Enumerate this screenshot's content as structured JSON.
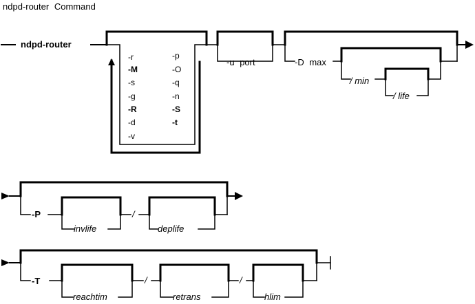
{
  "title": {
    "command": "ndpd-router",
    "word": "Command"
  },
  "row1": {
    "command_name": "ndpd-router",
    "flags_left": [
      "-r",
      "-M",
      "-s",
      "-g",
      "-R",
      "-d",
      "-v"
    ],
    "flags_right": [
      "-p",
      "-O",
      "-q",
      "-n",
      "-S",
      "-t"
    ],
    "u_option": "-u",
    "u_arg": "port",
    "d_option": "-D",
    "d_max": "max",
    "d_min": "/ min",
    "d_life": "/ life"
  },
  "row2": {
    "p_option": "-P",
    "invlife": "invlife",
    "slash": "/",
    "deplife": "deplife"
  },
  "row3": {
    "t_option": "-T",
    "reachtim": "reachtim",
    "slash1": "/",
    "retrans": "retrans",
    "slash2": "/",
    "hlim": "hlim"
  }
}
